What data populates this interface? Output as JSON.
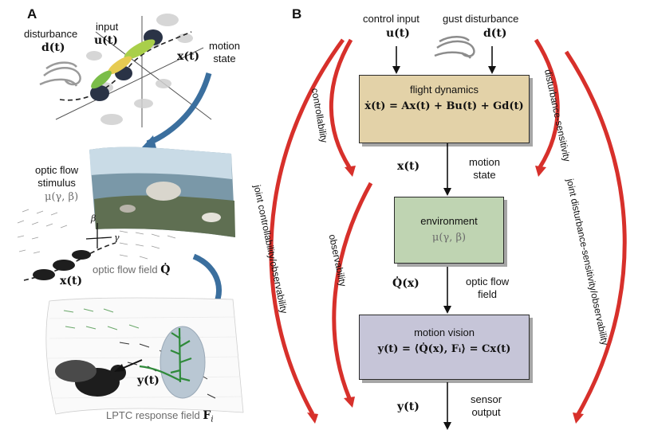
{
  "panel_a": {
    "letter": "A",
    "disturbance_label": "disturbance",
    "disturbance_symbol": "d(t)",
    "input_label": "input",
    "input_symbol": "u(t)",
    "state_symbol_top": "x(t)",
    "motion_state_label": "motion\nstate",
    "optic_flow_stimulus_label": "optic flow\nstimulus",
    "stimulus_symbol": "μ(γ, β)",
    "beta": "β",
    "gamma": "γ",
    "state_symbol_mid": "x(t)",
    "optic_flow_field_label": "optic flow field",
    "optic_flow_field_symbol": "Q̇",
    "sensor_symbol": "y(t)",
    "lptc_label": "LPTC response field",
    "lptc_symbol": "F",
    "lptc_subscript": "i"
  },
  "panel_b": {
    "letter": "B",
    "control_input_label": "control input",
    "control_input_symbol": "u(t)",
    "gust_label": "gust disturbance",
    "gust_symbol": "d(t)",
    "flight_dynamics": {
      "title": "flight dynamics",
      "equation": "ẋ(t) = Ax(t) + Bu(t) + Gd(t)",
      "fill": "#e3d2a8"
    },
    "state_symbol": "x(t)",
    "motion_state_label": "motion\nstate",
    "environment": {
      "title": "environment",
      "equation": "μ(γ, β)",
      "fill": "#bfd4b2"
    },
    "flow_symbol": "Q̇(x)",
    "optic_flow_label": "optic flow\nfield",
    "motion_vision": {
      "title": "motion vision",
      "equation": "y(t) = ⟨Q̇(x), Fᵢ⟩ = Cx(t)",
      "fill": "#c6c5d8"
    },
    "output_symbol": "y(t)",
    "sensor_output_label": "sensor\noutput",
    "controllability": "controllability",
    "observability": "observability",
    "disturbance_sensitivity": "disturbance-sensitivity",
    "joint_controllability_observability": "joint controllability/observability",
    "joint_disturbance_sensitivity_observability": "joint disturbance-sensitivity/observability"
  },
  "colors": {
    "red_arrow": "#d7302b",
    "blue_arrow": "#3b6f9e",
    "trajectory": "#222222"
  }
}
